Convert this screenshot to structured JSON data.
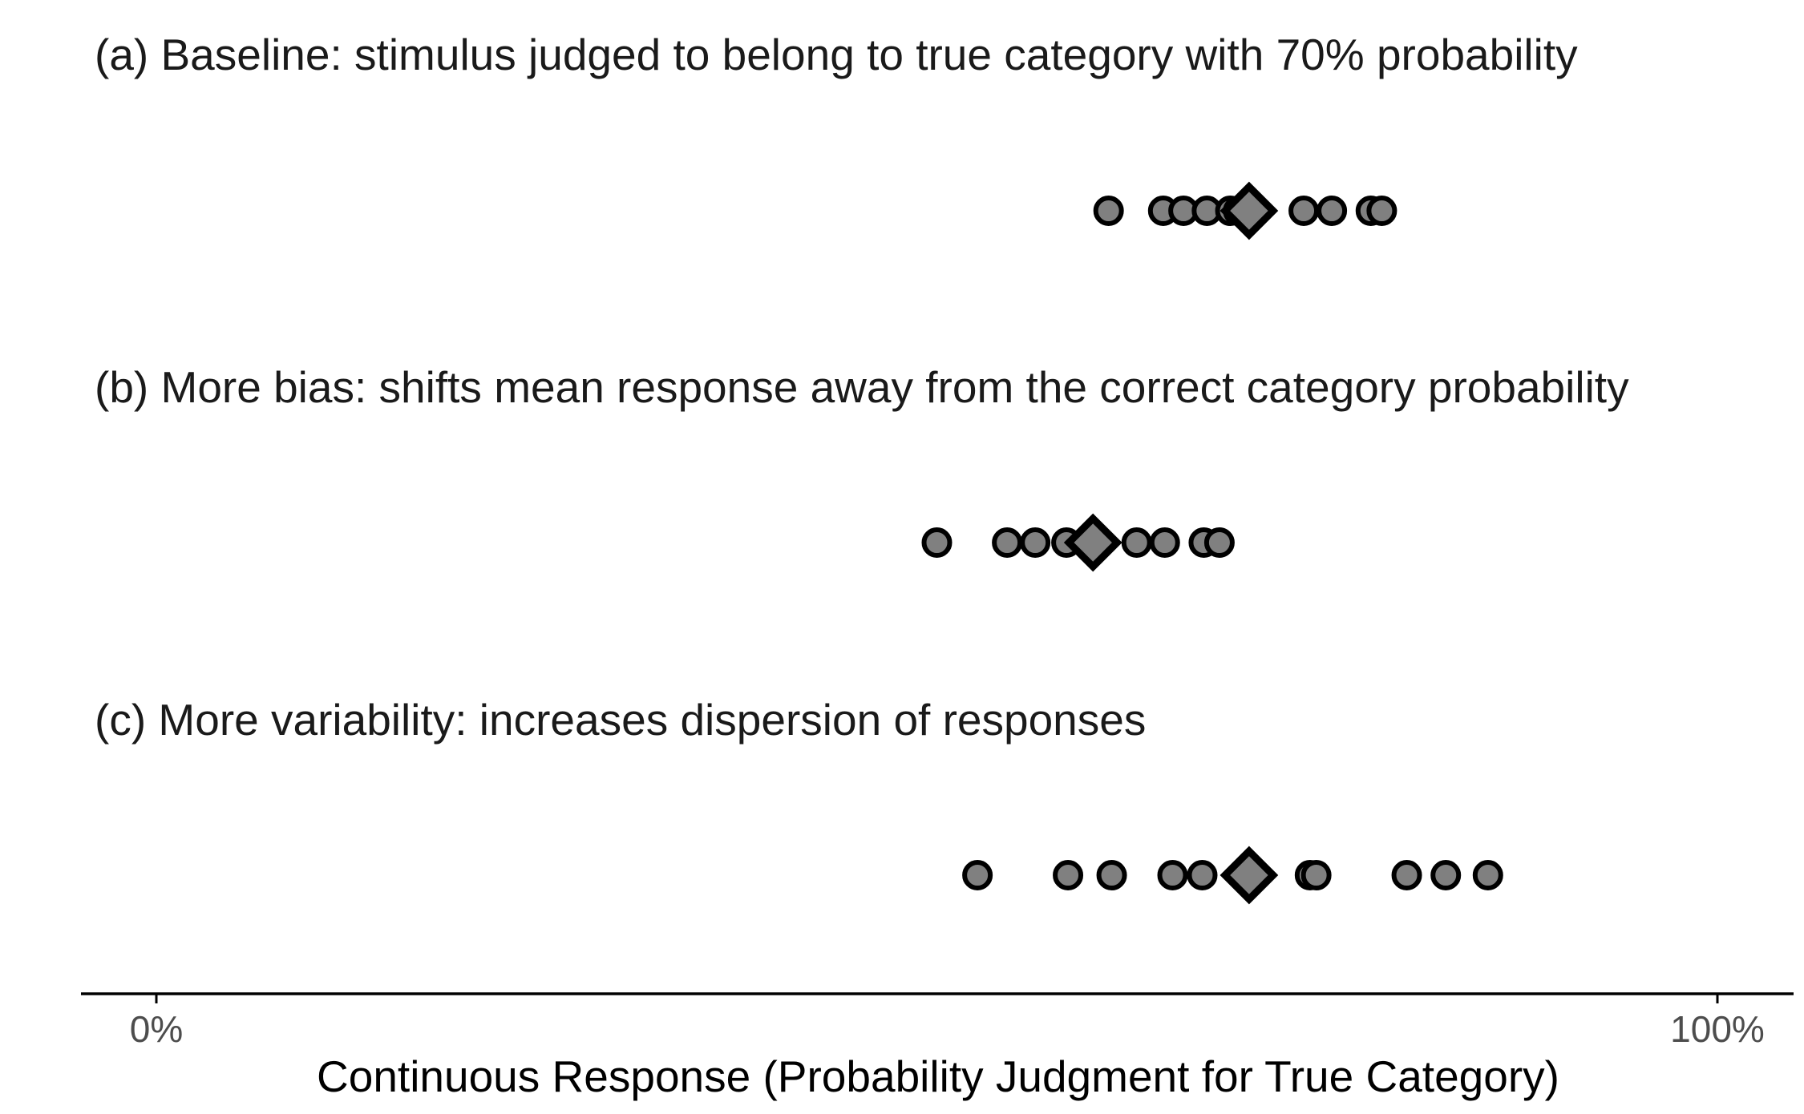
{
  "chart_data": {
    "type": "scatter",
    "xlabel": "Continuous Response (Probability Judgment for True Category)",
    "xlim": [
      0,
      100
    ],
    "x_unit": "%",
    "x_tick_values": [
      0,
      100
    ],
    "x_tick_labels": [
      "0%",
      "100%"
    ],
    "grid": false,
    "legend": "none",
    "colors": {
      "marker_fill": "#808080",
      "marker_stroke": "#000000",
      "axis": "#000000"
    },
    "panels": [
      {
        "title": "(a) Baseline: stimulus judged to belong to true category with 70% probability",
        "points": [
          61.0,
          64.5,
          65.8,
          67.3,
          68.8,
          69.3,
          73.5,
          75.3,
          77.8,
          78.5
        ],
        "mean": 70.0
      },
      {
        "title": "(b) More bias: shifts mean response away from the correct category probability",
        "points": [
          50.0,
          54.5,
          56.3,
          58.3,
          59.8,
          62.8,
          64.6,
          67.1,
          68.1
        ],
        "mean": 60.0
      },
      {
        "title": "(c) More variability: increases dispersion of responses",
        "points": [
          52.6,
          58.4,
          61.2,
          65.1,
          67.0,
          73.9,
          74.3,
          80.1,
          82.6,
          85.3
        ],
        "mean": 70.0
      }
    ]
  }
}
